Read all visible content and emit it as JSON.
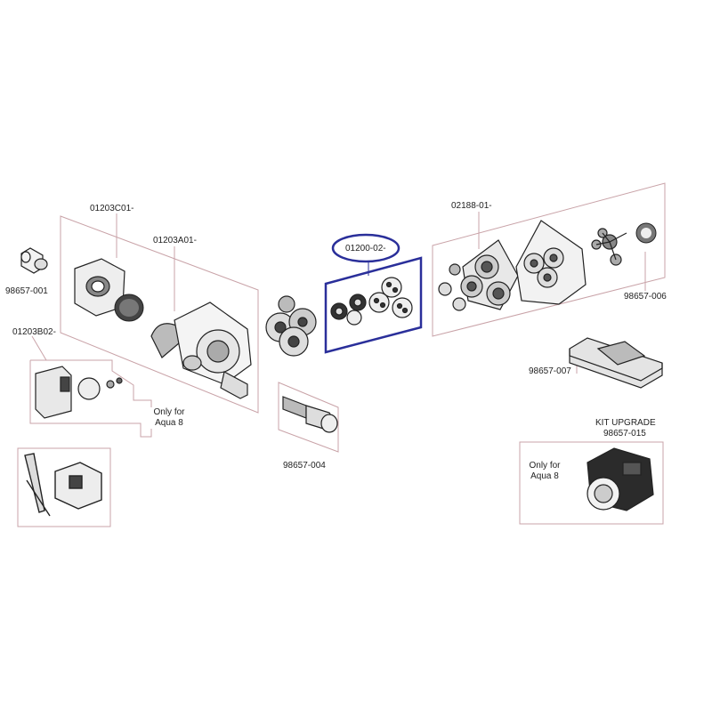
{
  "diagram": {
    "labels": {
      "p98657_001": "98657-001",
      "p01203C01": "01203C01-",
      "p01203A01": "01203A01-",
      "p01203B02": "01203B02-",
      "p01200_02": "01200-02-",
      "p02188_01": "02188-01-",
      "p98657_006": "98657-006",
      "p98657_007": "98657-007",
      "p98657_004": "98657-004",
      "p98657_015": "98657-015",
      "kit_upgrade": "KIT UPGRADE"
    },
    "notes": {
      "aqua8_left_line1": "Only for",
      "aqua8_left_line2": "Aqua 8",
      "aqua8_right_line1": "Only for",
      "aqua8_right_line2": "Aqua 8"
    },
    "colors": {
      "outline": "#c9a3a8",
      "highlight": "#2a2f9a",
      "part_dark": "#2b2b2b",
      "part_light": "#d9d9d9"
    }
  }
}
